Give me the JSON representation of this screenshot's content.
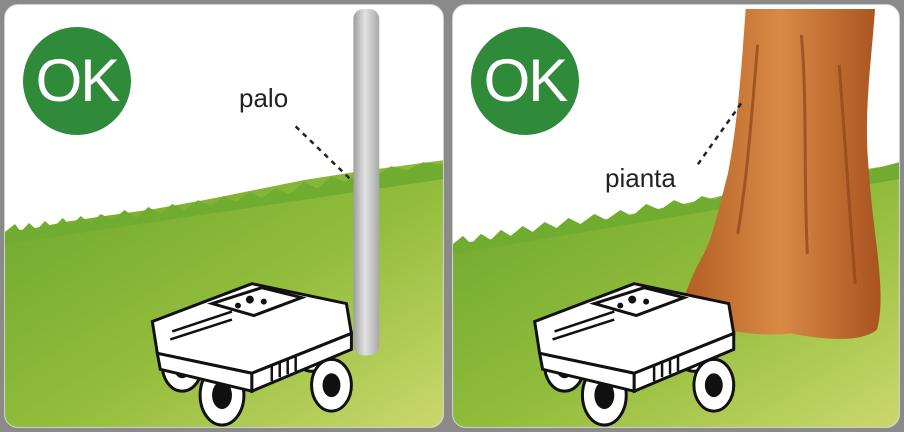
{
  "panels": [
    {
      "badge": "OK",
      "label": "palo",
      "obstacle": "pole-icon",
      "mower": "robotic-mower-icon"
    },
    {
      "badge": "OK",
      "label": "pianta",
      "obstacle": "tree-trunk-icon",
      "mower": "robotic-mower-icon"
    }
  ],
  "colors": {
    "badge": "#2f8a3a",
    "grass_dark": "#6fac2f",
    "grass_light": "#c9d96a",
    "pole": "#c9c9c9",
    "trunk": "#c96f32",
    "background": "#8a8a8a"
  }
}
